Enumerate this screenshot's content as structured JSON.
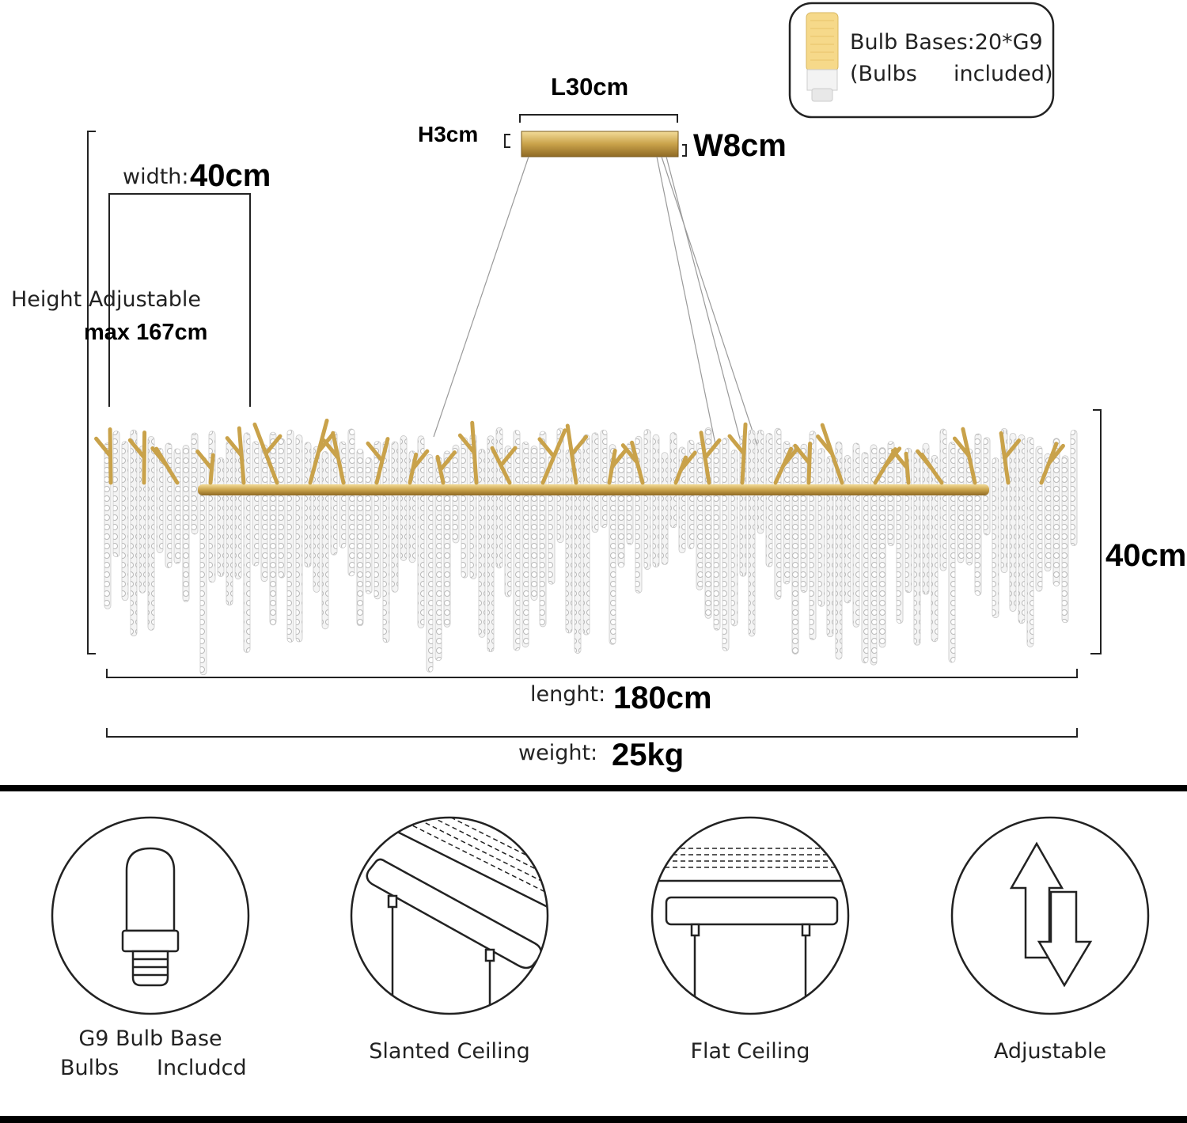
{
  "bulb_box": {
    "line1": "Bulb Bases:20*G9",
    "line2": "(Bulbs",
    "line3": "included)"
  },
  "canopy": {
    "length": "L30cm",
    "height": "H3cm",
    "width": "W8cm"
  },
  "dims": {
    "width_label": "width:",
    "width_value": "40cm",
    "height_label": "Height Adjustable",
    "height_value": "max 167cm",
    "right_height": "40cm",
    "length_label": "lenght:",
    "length_value": "180cm",
    "weight_label": "weight:",
    "weight_value": "25kg"
  },
  "features": [
    {
      "icon": "g9-bulb-icon",
      "line1": "G9 Bulb Base",
      "line2a": "Bulbs",
      "line2b": "Includcd"
    },
    {
      "icon": "slanted-ceiling-icon",
      "line1": "Slanted Ceiling"
    },
    {
      "icon": "flat-ceiling-icon",
      "line1": "Flat Ceiling"
    },
    {
      "icon": "adjustable-arrows-icon",
      "line1": "Adjustable"
    }
  ],
  "colors": {
    "gold": "#c9a24a",
    "line": "#222222"
  }
}
